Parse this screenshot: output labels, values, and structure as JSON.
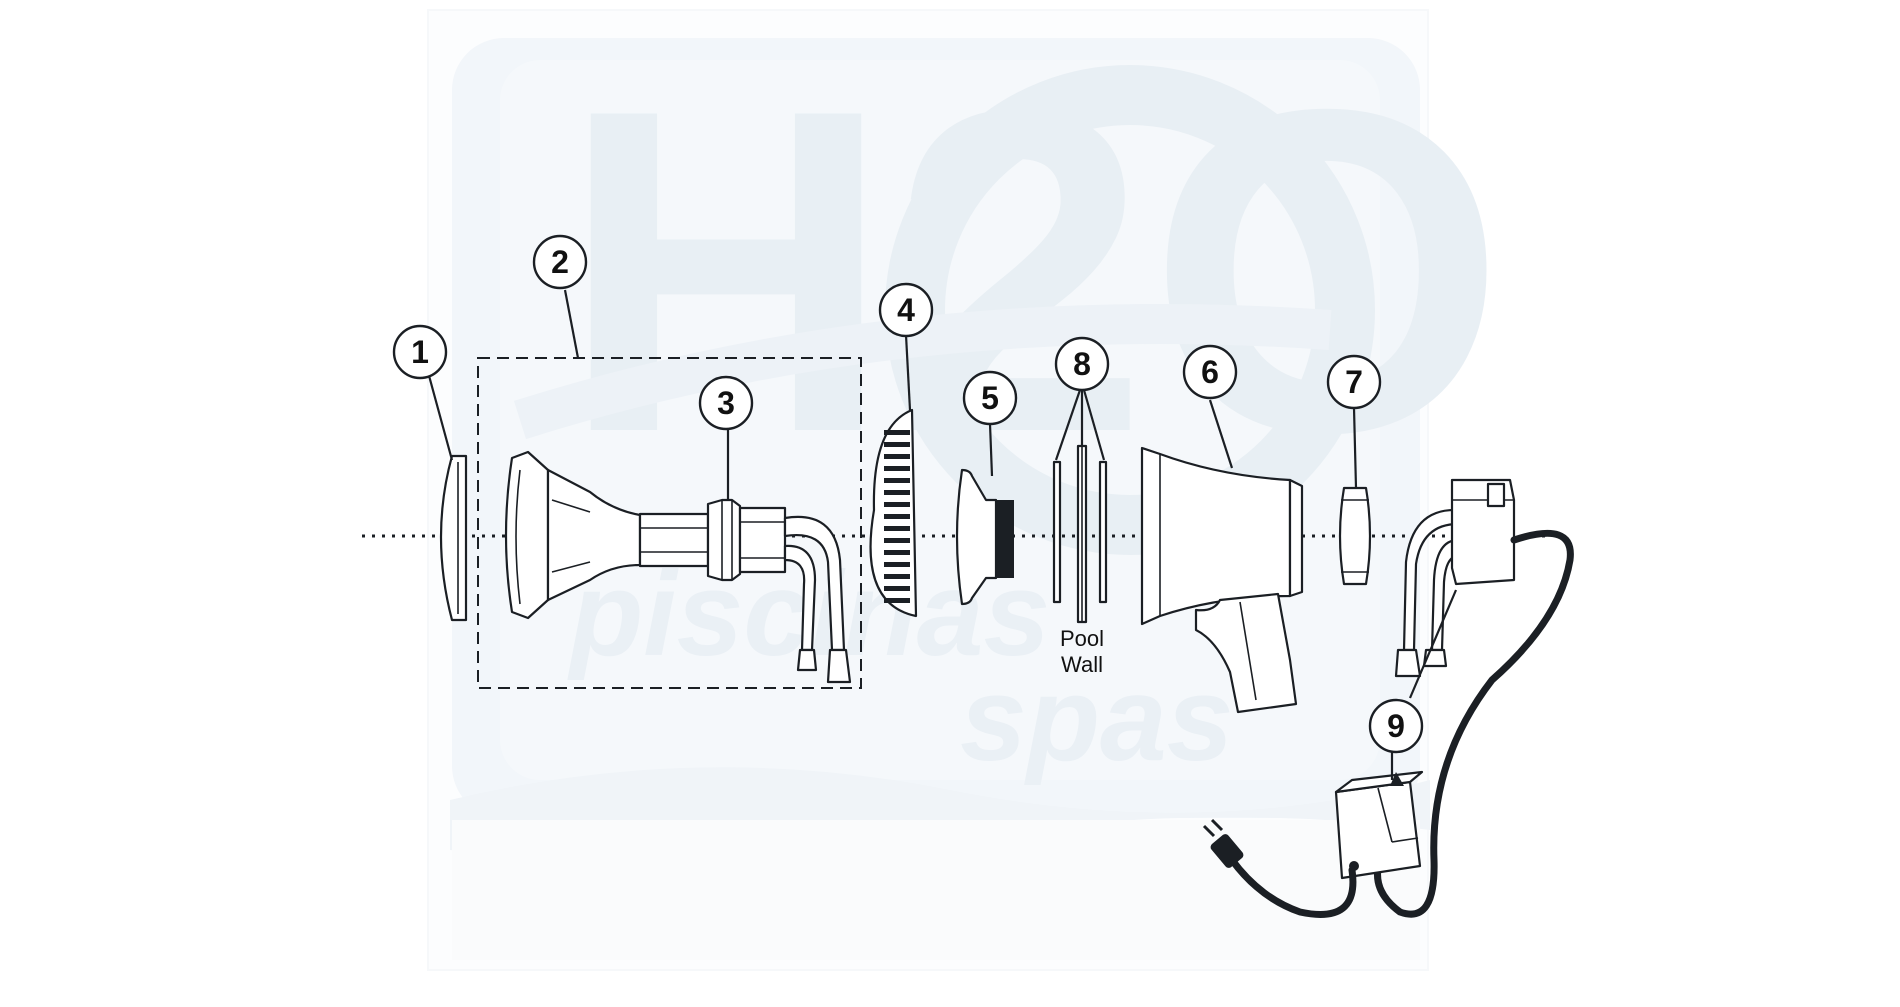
{
  "diagram": {
    "callouts": [
      {
        "id": "1",
        "label": "1"
      },
      {
        "id": "2",
        "label": "2"
      },
      {
        "id": "3",
        "label": "3"
      },
      {
        "id": "4",
        "label": "4"
      },
      {
        "id": "5",
        "label": "5"
      },
      {
        "id": "6",
        "label": "6"
      },
      {
        "id": "7",
        "label": "7"
      },
      {
        "id": "8",
        "label": "8"
      },
      {
        "id": "9",
        "label": "9"
      }
    ],
    "pool_wall_label": [
      "Pool",
      "Wall"
    ],
    "watermark": {
      "brand": "H2O",
      "line1": "piscinas",
      "line2": "spas"
    },
    "colors": {
      "line": "#1b1f24",
      "watermark": "#dfe8f1",
      "background": "#ffffff"
    }
  }
}
